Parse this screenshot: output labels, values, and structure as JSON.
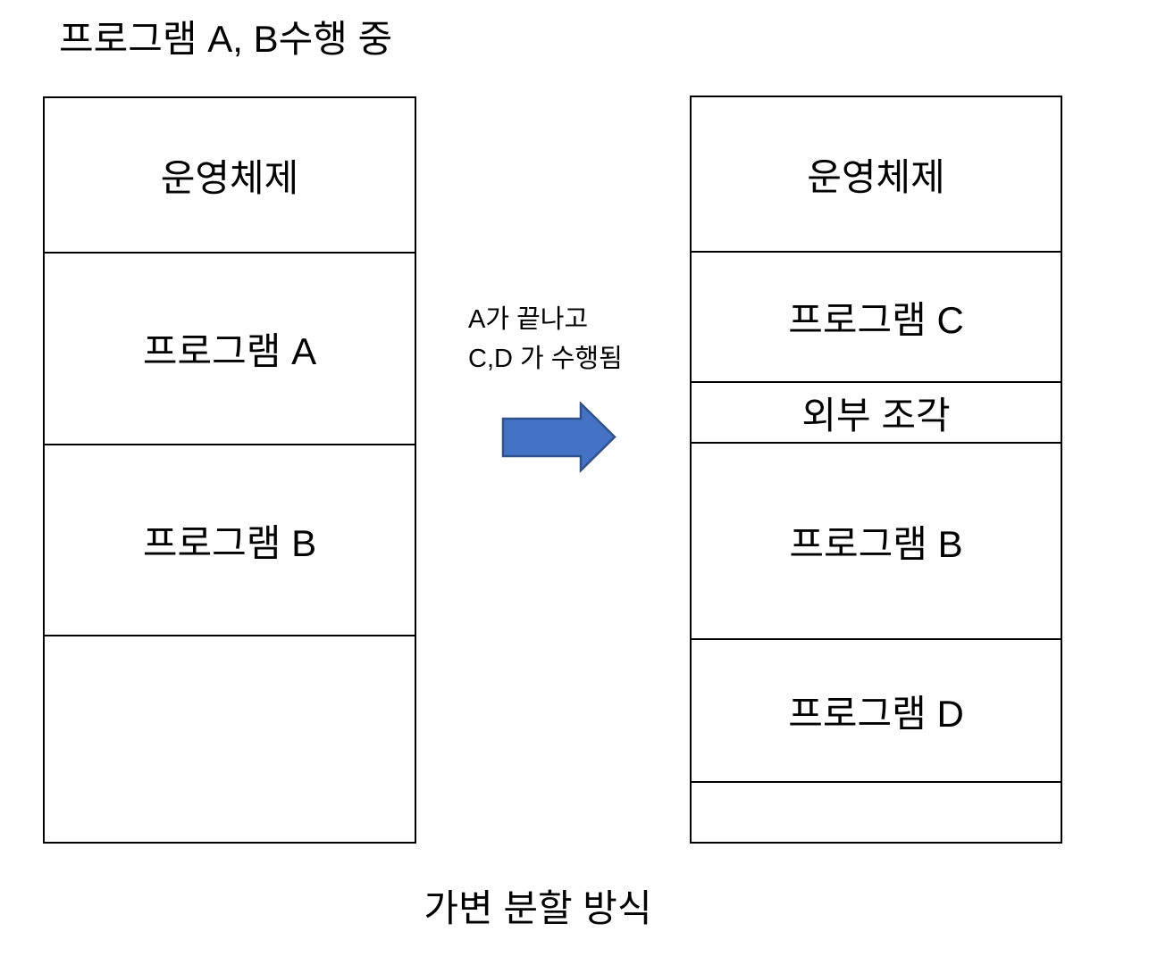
{
  "title": "프로그램 A, B수행 중",
  "caption": "가변 분할 방식",
  "transition": {
    "line1": "A가 끝나고",
    "line2": "C,D 가 수행됨"
  },
  "before_column": {
    "cells": [
      {
        "label": "운영체제"
      },
      {
        "label": "프로그램 A"
      },
      {
        "label": "프로그램 B"
      },
      {
        "label": ""
      }
    ]
  },
  "after_column": {
    "cells": [
      {
        "label": "운영체제"
      },
      {
        "label": "프로그램 C"
      },
      {
        "label": "외부 조각"
      },
      {
        "label": "프로그램 B"
      },
      {
        "label": "프로그램 D"
      },
      {
        "label": ""
      }
    ]
  },
  "colors": {
    "arrow_fill": "#4472C4",
    "arrow_stroke": "#2F528F",
    "box_border": "#000000",
    "background": "#FFFFFF",
    "text": "#000000"
  }
}
